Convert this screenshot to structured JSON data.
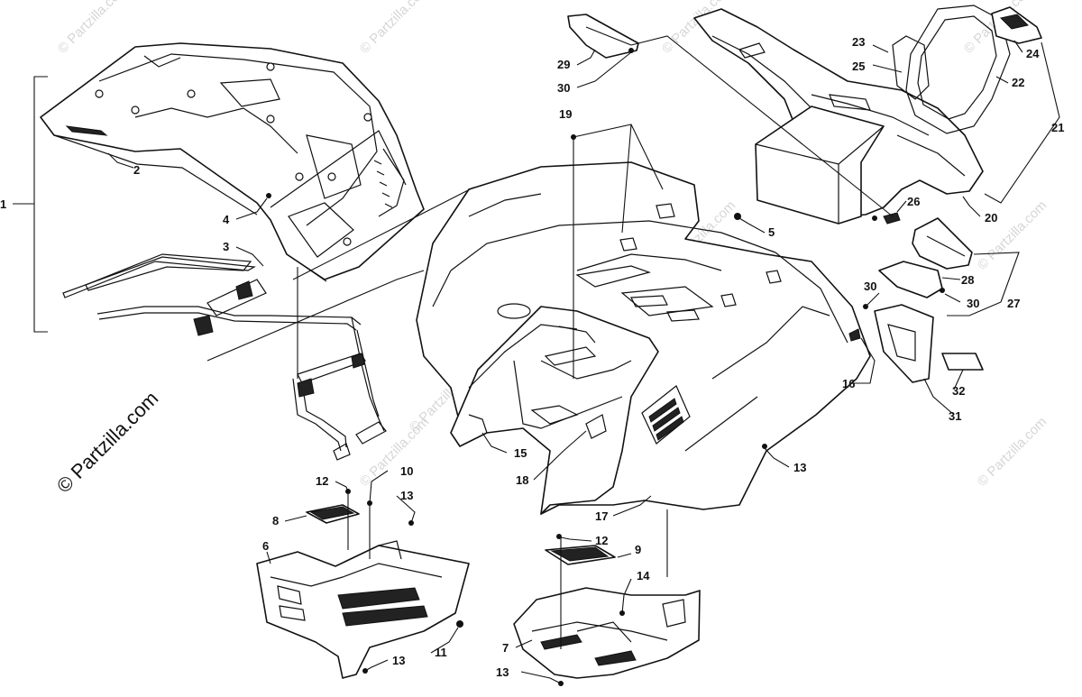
{
  "diagram": {
    "callouts": [
      "1",
      "2",
      "3",
      "4",
      "5",
      "6",
      "7",
      "8",
      "9",
      "10",
      "11",
      "12",
      "12",
      "13",
      "13",
      "13",
      "13",
      "13",
      "14",
      "15",
      "16",
      "17",
      "18",
      "19",
      "20",
      "21",
      "22",
      "23",
      "24",
      "25",
      "26",
      "27",
      "28",
      "29",
      "30",
      "30",
      "30",
      "31",
      "32"
    ]
  },
  "watermark": {
    "text": "© Partzilla.com"
  }
}
